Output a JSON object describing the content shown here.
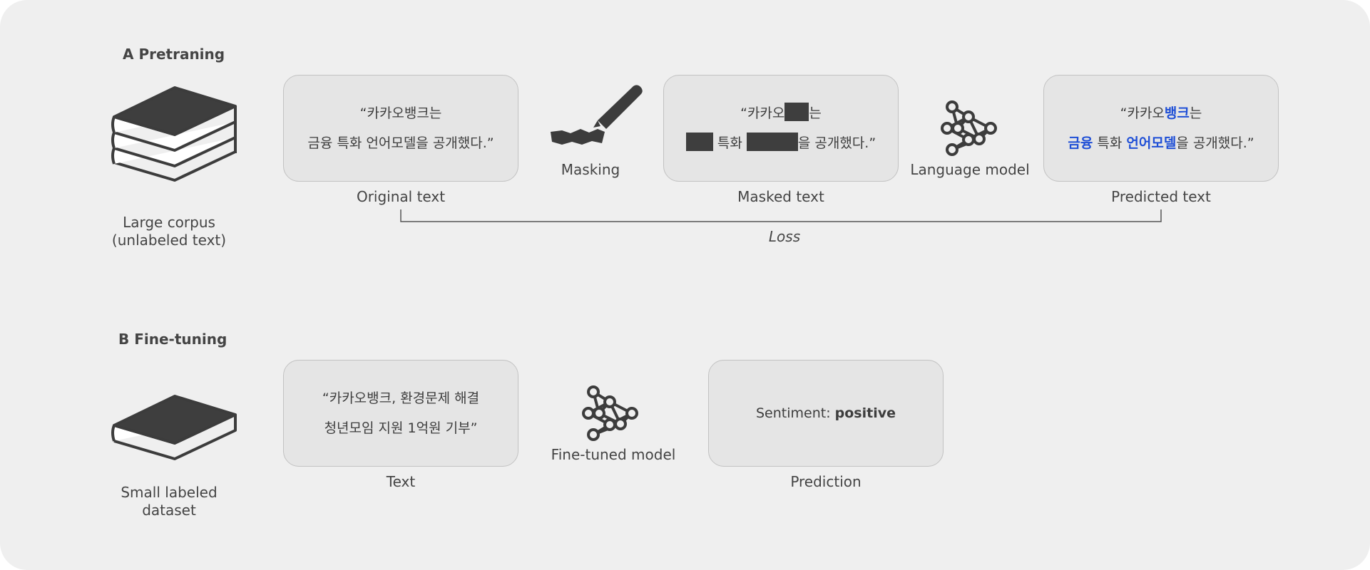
{
  "pretraining": {
    "title": "A Pretraning",
    "corpus_label_1": "Large corpus",
    "corpus_label_2": "(unlabeled text)",
    "original": {
      "line1": "“카카오뱅크는",
      "line2": "금융 특화 언어모델을 공개했다.”",
      "caption": "Original text"
    },
    "masking_caption": "Masking",
    "masked": {
      "line1_prefix": "“카카오",
      "line1_suffix": "는",
      "line2_mid": " 특화 ",
      "line2_suffix": "을 공개했다.”",
      "caption": "Masked text"
    },
    "model_caption": "Language model",
    "predicted": {
      "line1_prefix": "“카카오",
      "line1_highlight": "뱅크",
      "line1_suffix": "는",
      "line2_highlight1": "금융",
      "line2_mid": " 특화 ",
      "line2_highlight2": "언어모델",
      "line2_suffix": "을 공개했다.”",
      "caption": "Predicted text"
    },
    "loss_label": "Loss"
  },
  "finetuning": {
    "title": "B Fine-tuning",
    "dataset_label_1": "Small labeled",
    "dataset_label_2": "dataset",
    "text": {
      "line1": "“카카오뱅크, 환경문제 해결",
      "line2": "청년모임 지원 1억원 기부”",
      "caption": "Text"
    },
    "model_caption": "Fine-tuned model",
    "prediction": {
      "label": "Sentiment: ",
      "value": "positive",
      "caption": "Prediction"
    }
  },
  "colors": {
    "background": "#efefef",
    "box_fill": "#e5e5e5",
    "icon": "#3c3c3c",
    "highlight": "#1f4fd6"
  }
}
